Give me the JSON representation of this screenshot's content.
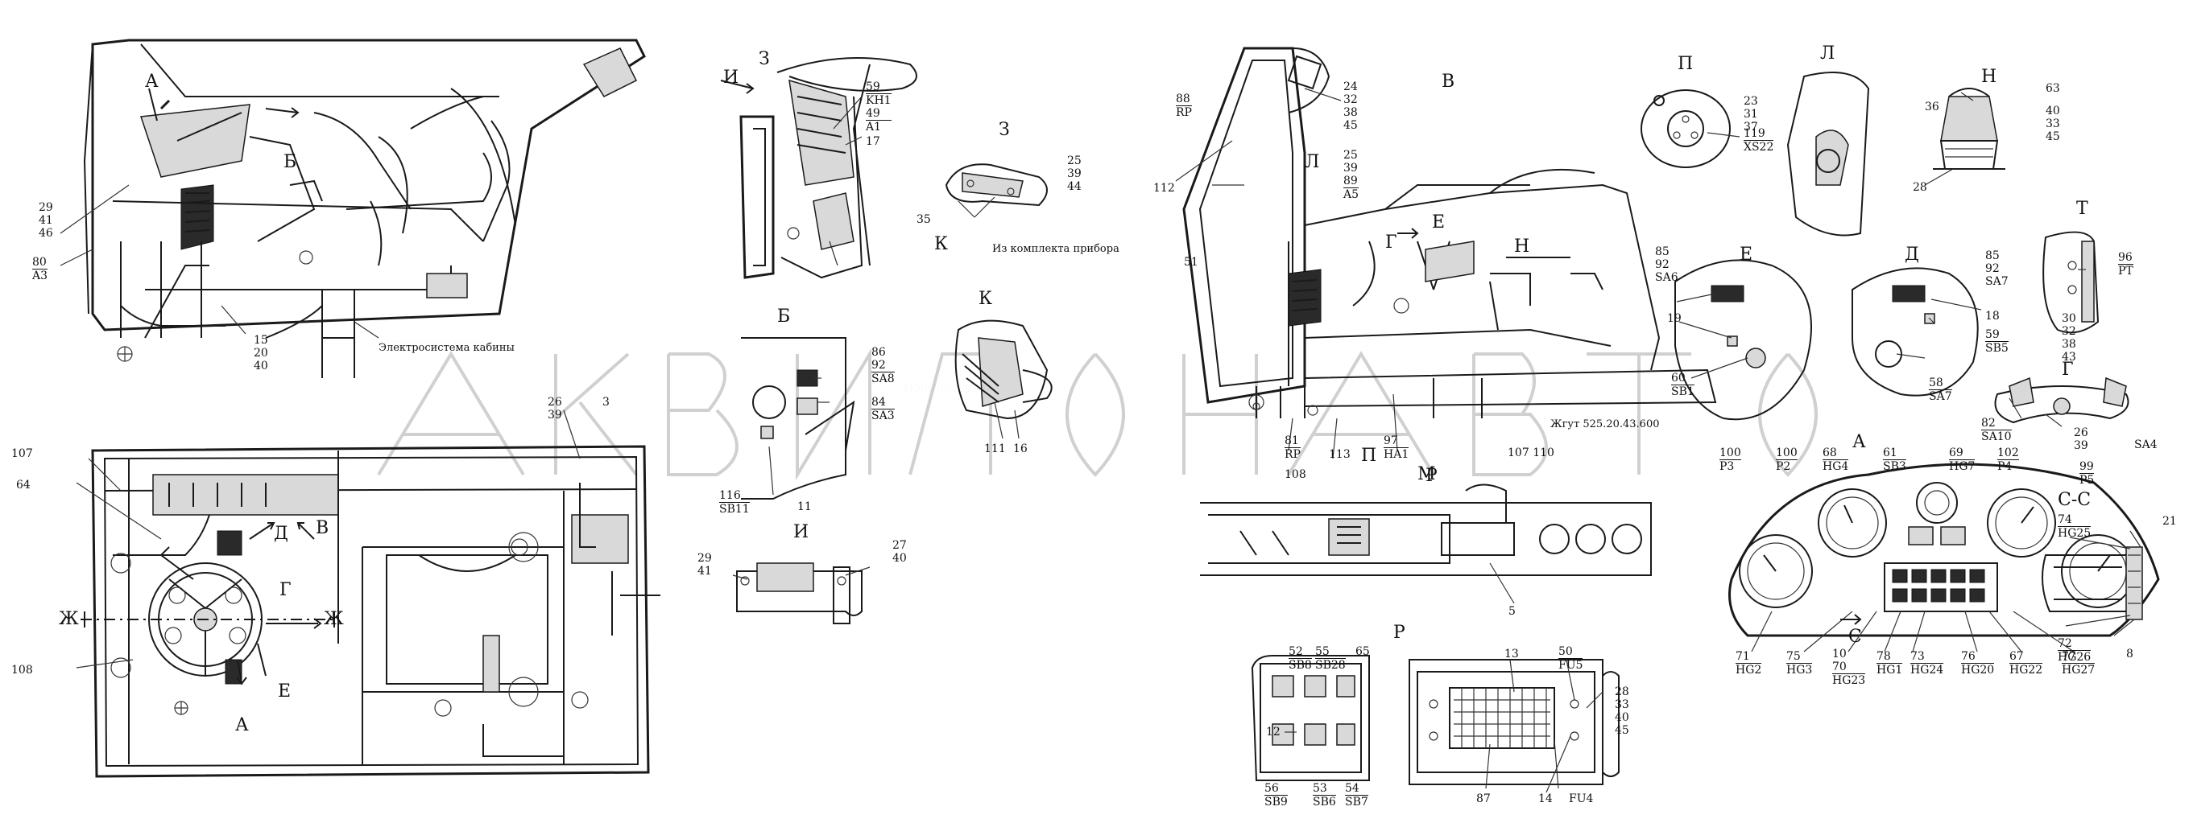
{
  "title": "Электросистема кабины",
  "watermark": "АКВИЛОНАВТО",
  "view_letters": {
    "A_main_top": "А",
    "B_main": "Б",
    "I_main": "И",
    "Z_main": "З",
    "V_right": "В",
    "P": "П",
    "L": "Л",
    "N": "Н",
    "E_detail": "Е",
    "D_detail": "Д",
    "T_detail": "Т",
    "G_detail": "Г",
    "A_panel": "А",
    "CC": "С-С",
    "Z_detail": "З",
    "K_detail": "К",
    "B_detail": "Б",
    "I_detail": "И",
    "R_top": "Р",
    "R_detail": "Р",
    "A_plan": "А",
    "D_plan": "Д",
    "V_plan": "В",
    "G_plan": "Г",
    "E_plan": "Е",
    "ZH_left": "Ж",
    "ZH_right": "Ж",
    "K_label": "К",
    "C_arrow": "С",
    "L_arrow": "Л",
    "E_arrow": "Е",
    "N_arrow": "Н",
    "G_arrow": "Г",
    "P_arrow": "П",
    "M_arrow": "М"
  },
  "notes": {
    "cab_system": "Электросистема кабины",
    "from_kit": "Из комплекта прибора",
    "harness": "Жгут 525.20.43.600"
  },
  "callouts": {
    "c29_41_46": [
      "29",
      "41",
      "46"
    ],
    "c80_a3": [
      "80",
      "A3"
    ],
    "c15_20_40": [
      "15",
      "20",
      "40"
    ],
    "c59_kh1": [
      "59",
      "KH1",
      "49",
      "A1"
    ],
    "c17": "17",
    "c25_39_44": [
      "25",
      "39",
      "44"
    ],
    "c35": "35",
    "c88_rp": [
      "88",
      "RP"
    ],
    "c24_32_38_45": [
      "24",
      "32",
      "38",
      "45"
    ],
    "c25_39_89_a5": [
      "25",
      "39",
      "89",
      "A5"
    ],
    "c112": "112",
    "c51": "51",
    "c23_31_37": [
      "23",
      "31",
      "37"
    ],
    "c119_xs22": [
      "119",
      "XS22"
    ],
    "c36": "36",
    "c63": "63",
    "c40_33_45": [
      "40",
      "33",
      "45"
    ],
    "c28": "28",
    "c85_92_sa6": [
      "85",
      "92",
      "SA6"
    ],
    "c19": "19",
    "c60_sb1": [
      "60",
      "SB1"
    ],
    "c85_92_sa7": [
      "85",
      "92",
      "SA7"
    ],
    "c18": "18",
    "c59_sb5": [
      "59",
      "SB5"
    ],
    "c58_sa7": [
      "58",
      "SA7"
    ],
    "c96_pt": [
      "96",
      "PT"
    ],
    "c30_32_38_43": [
      "30",
      "32",
      "38",
      "43"
    ],
    "c82_sa10": [
      "82",
      "SA10"
    ],
    "c26_39_g": [
      "26",
      "39"
    ],
    "c_sa4": "SA4",
    "c86_92_sa8": [
      "86",
      "92",
      "SA8"
    ],
    "c84_sa3": [
      "84",
      "SA3"
    ],
    "c116_sb11": [
      "116",
      "SB11"
    ],
    "c11": "11",
    "c111": "111",
    "c16": "16",
    "c29_41_i": [
      "29",
      "41"
    ],
    "c27_40": [
      "27",
      "40"
    ],
    "c107": "107",
    "c64": "64",
    "c108": "108",
    "c26_39_3": [
      "26",
      "39"
    ],
    "c3": "3",
    "c81_rp": [
      "81",
      "RP"
    ],
    "c113": "113",
    "c97_ha1": [
      "97",
      "HA1"
    ],
    "c107_110": [
      "107",
      "110"
    ],
    "c108b": "108",
    "c5": "5",
    "c100_p3": [
      "100",
      "P3"
    ],
    "c100_p2": [
      "100",
      "P2"
    ],
    "c68_hg4": [
      "68",
      "HG4"
    ],
    "c61_sb3": [
      "61",
      "SB3"
    ],
    "c69_hg7": [
      "69",
      "HG7"
    ],
    "c102_p4": [
      "102",
      "P4"
    ],
    "c99_p5": [
      "99",
      "P5"
    ],
    "c71_hg2": [
      "71",
      "HG2"
    ],
    "c75_hg3": [
      "75",
      "HG3"
    ],
    "c10_70_hg23": [
      "10",
      "70",
      "HG23"
    ],
    "c78_hg1": [
      "78",
      "HG1"
    ],
    "c73_hg24": [
      "73",
      "HG24"
    ],
    "c76_hg20": [
      "76",
      "HG20"
    ],
    "c67_hg22": [
      "67",
      "HG22"
    ],
    "c77_hg27": [
      "77",
      "HG27"
    ],
    "c74_hg25": [
      "74",
      "HG25"
    ],
    "c21": "21",
    "c72_hg26": [
      "72",
      "HG26"
    ],
    "c8": "8",
    "c52_sb8": [
      "52",
      "SB8"
    ],
    "c55_sb28": [
      "55",
      "SB28"
    ],
    "c65": "65",
    "c12": "12",
    "c56_sb9": [
      "56",
      "SB9"
    ],
    "c53_sb6": [
      "53",
      "SB6"
    ],
    "c54_sb7": [
      "54",
      "SB7"
    ],
    "c13": "13",
    "c50_fu5": [
      "50",
      "FU5"
    ],
    "c28_33_40_45": [
      "28",
      "33",
      "40",
      "45"
    ],
    "c87": "87",
    "c14": "14",
    "c_fu4": "FU4"
  }
}
